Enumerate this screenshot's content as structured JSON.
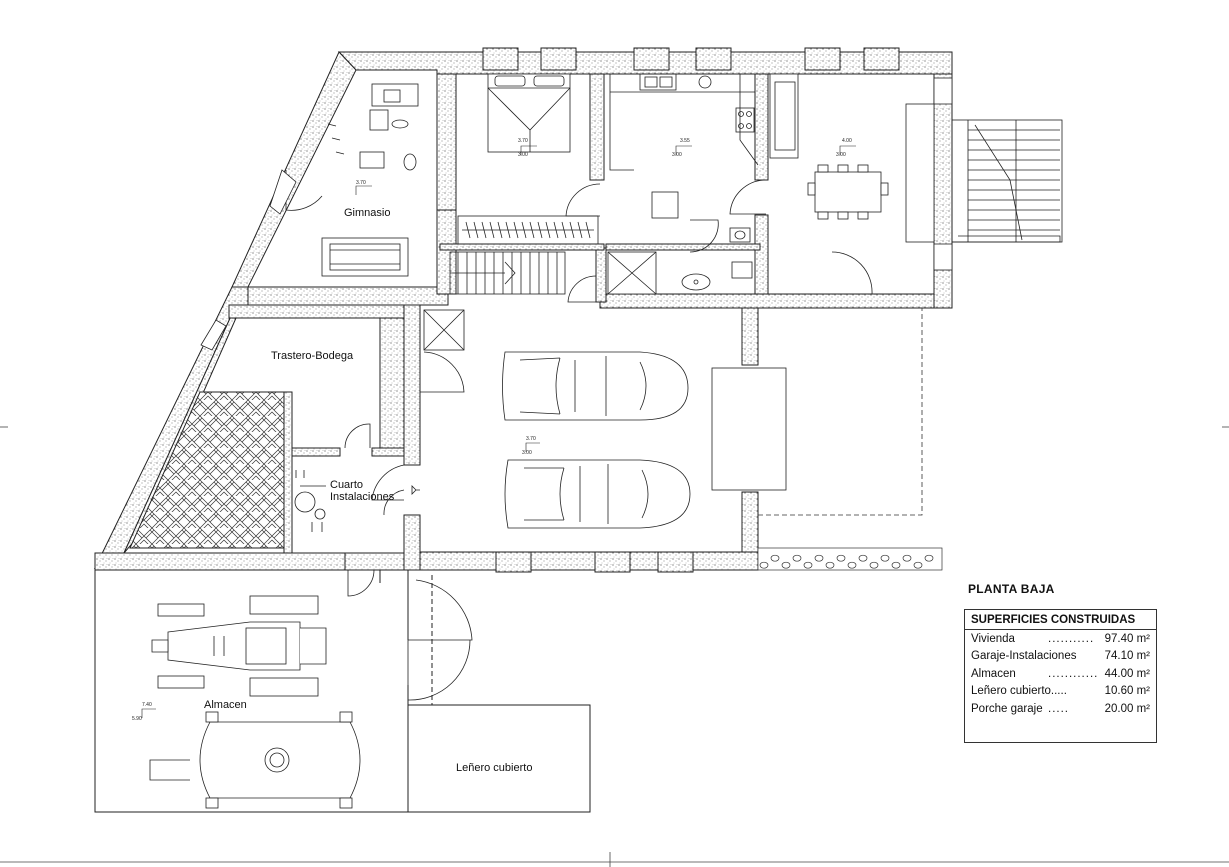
{
  "plan_title": "PLANTA BAJA",
  "areas_table": {
    "title": "SUPERFICIES CONSTRUIDAS",
    "unit": "m²",
    "rows": [
      {
        "name": "Vivienda",
        "dots": "...........",
        "value": "97.40"
      },
      {
        "name": "Garaje-Instalaciones",
        "dots": "",
        "value": "74.10"
      },
      {
        "name": "Almacen",
        "dots": "............",
        "value": "44.00"
      },
      {
        "name": "Leñero cubierto.....",
        "dots": "",
        "value": "10.60"
      },
      {
        "name": "Porche garaje",
        "dots": ".....",
        "value": "20.00"
      }
    ]
  },
  "rooms": {
    "gimnasio": "Gimnasio",
    "trastero": "Trastero-Bodega",
    "cuarto_1": "Cuarto",
    "cuarto_2": "Instalaciones",
    "almacen": "Almacen",
    "lenero": "Leñero cubierto"
  },
  "dimensions": {
    "d1": "3.70",
    "d2": "3.55",
    "d3": "4.00",
    "d4": "3.00",
    "d5": "3.00",
    "d6": "3.00",
    "d7": "3.70",
    "d8": "3.00",
    "d9": "3.70",
    "d10": "7.40",
    "d11": "5.90"
  }
}
